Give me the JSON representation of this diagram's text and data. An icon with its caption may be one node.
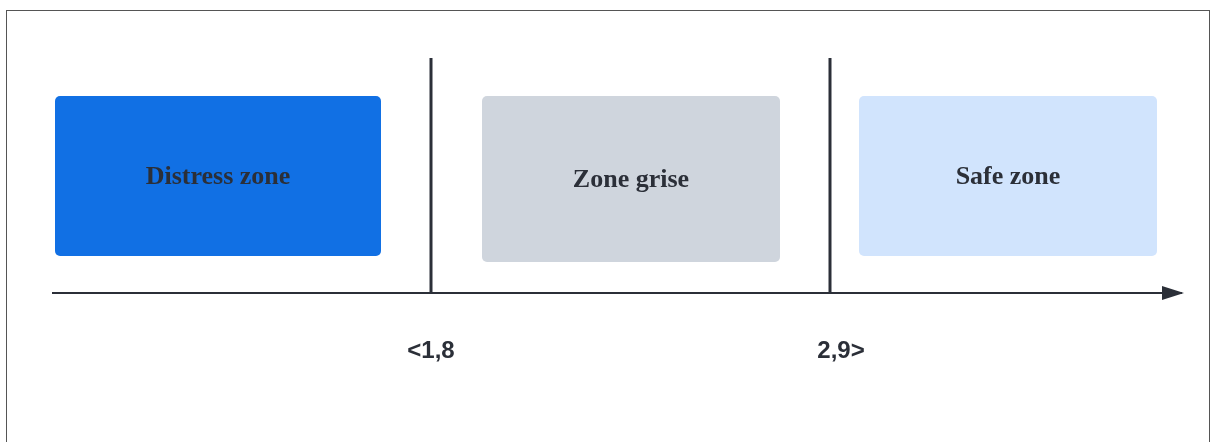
{
  "diagram": {
    "nodes": [
      {
        "text": [
          "Distress zone"
        ]
      },
      {
        "text": [
          "Zone grise"
        ]
      },
      {
        "text": [
          "Safe zone"
        ]
      }
    ],
    "labels": [
      "<1,8",
      "2,9>"
    ]
  }
}
